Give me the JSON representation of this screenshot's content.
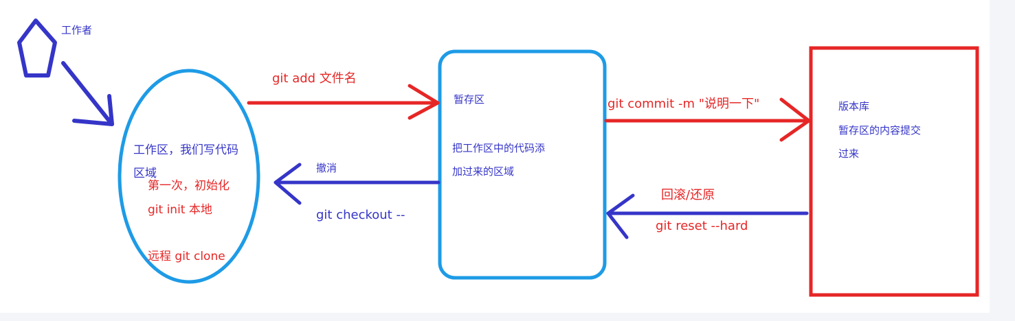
{
  "worker": {
    "label": "工作者"
  },
  "workspace": {
    "title_line1": "工作区，我们写代码",
    "title_line2": "区域",
    "init_line1": "第一次，初始化",
    "init_line2": "git init 本地",
    "clone": "远程 git clone"
  },
  "staging": {
    "title": "暂存区",
    "desc_line1": "把工作区中的代码添",
    "desc_line2": "加过来的区域"
  },
  "repository": {
    "line1": "版本库",
    "line2": "暂存区的内容提交",
    "line3": "过来"
  },
  "commands": {
    "add": "git add 文件名",
    "commit": "git commit -m  \"说明一下\"",
    "undo_label": "撤消",
    "checkout": "git checkout --",
    "rollback_label": "回滚/还原",
    "reset": "git reset --hard"
  },
  "colors": {
    "blue": "#3535c8",
    "red": "#e62626",
    "cyan": "#1e9be6"
  }
}
